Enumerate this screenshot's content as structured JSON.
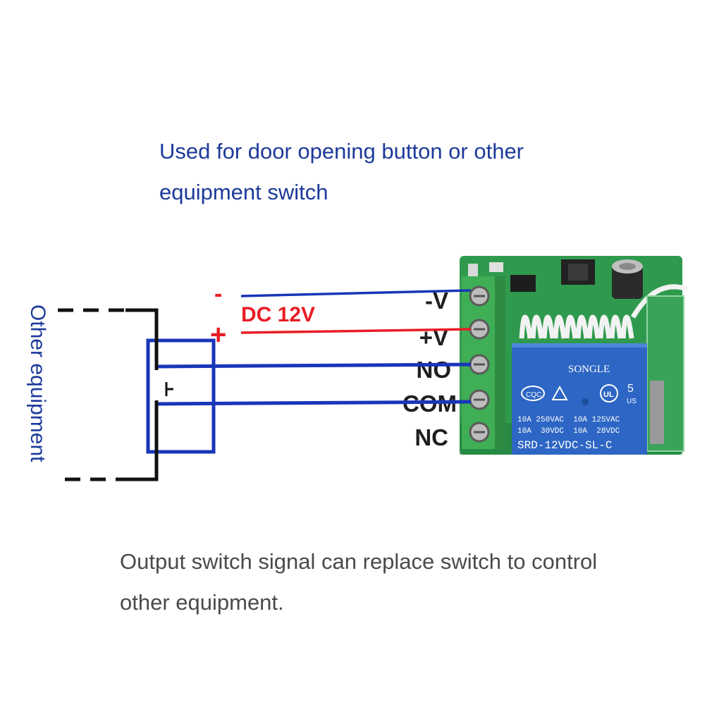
{
  "captions": {
    "top_line1": "Used for door opening button or other",
    "top_line2": "equipment switch",
    "bottom_line1": "Output switch signal can replace switch to control",
    "bottom_line2": "other equipment."
  },
  "side_label": "Other equipment",
  "power": {
    "label": "DC 12V",
    "minus": "-",
    "plus": "+"
  },
  "terminals": [
    "-V",
    "+V",
    "NO",
    "COM",
    "NC"
  ],
  "relay": {
    "brand": "SONGLE",
    "number": "5",
    "us_mark": "US",
    "rating_line1": "10A 250VAC  10A 125VAC",
    "rating_line2": "10A  30VDC  10A  28VDC",
    "model": "SRD-12VDC-SL-C"
  },
  "colors": {
    "wire_blue": "#1836b8",
    "wire_red": "#e81d25",
    "text_blue": "#1c3a9a",
    "board_green": "#2f9a4e",
    "terminal_green": "#3fae55",
    "relay_blue": "#2d66c4"
  }
}
